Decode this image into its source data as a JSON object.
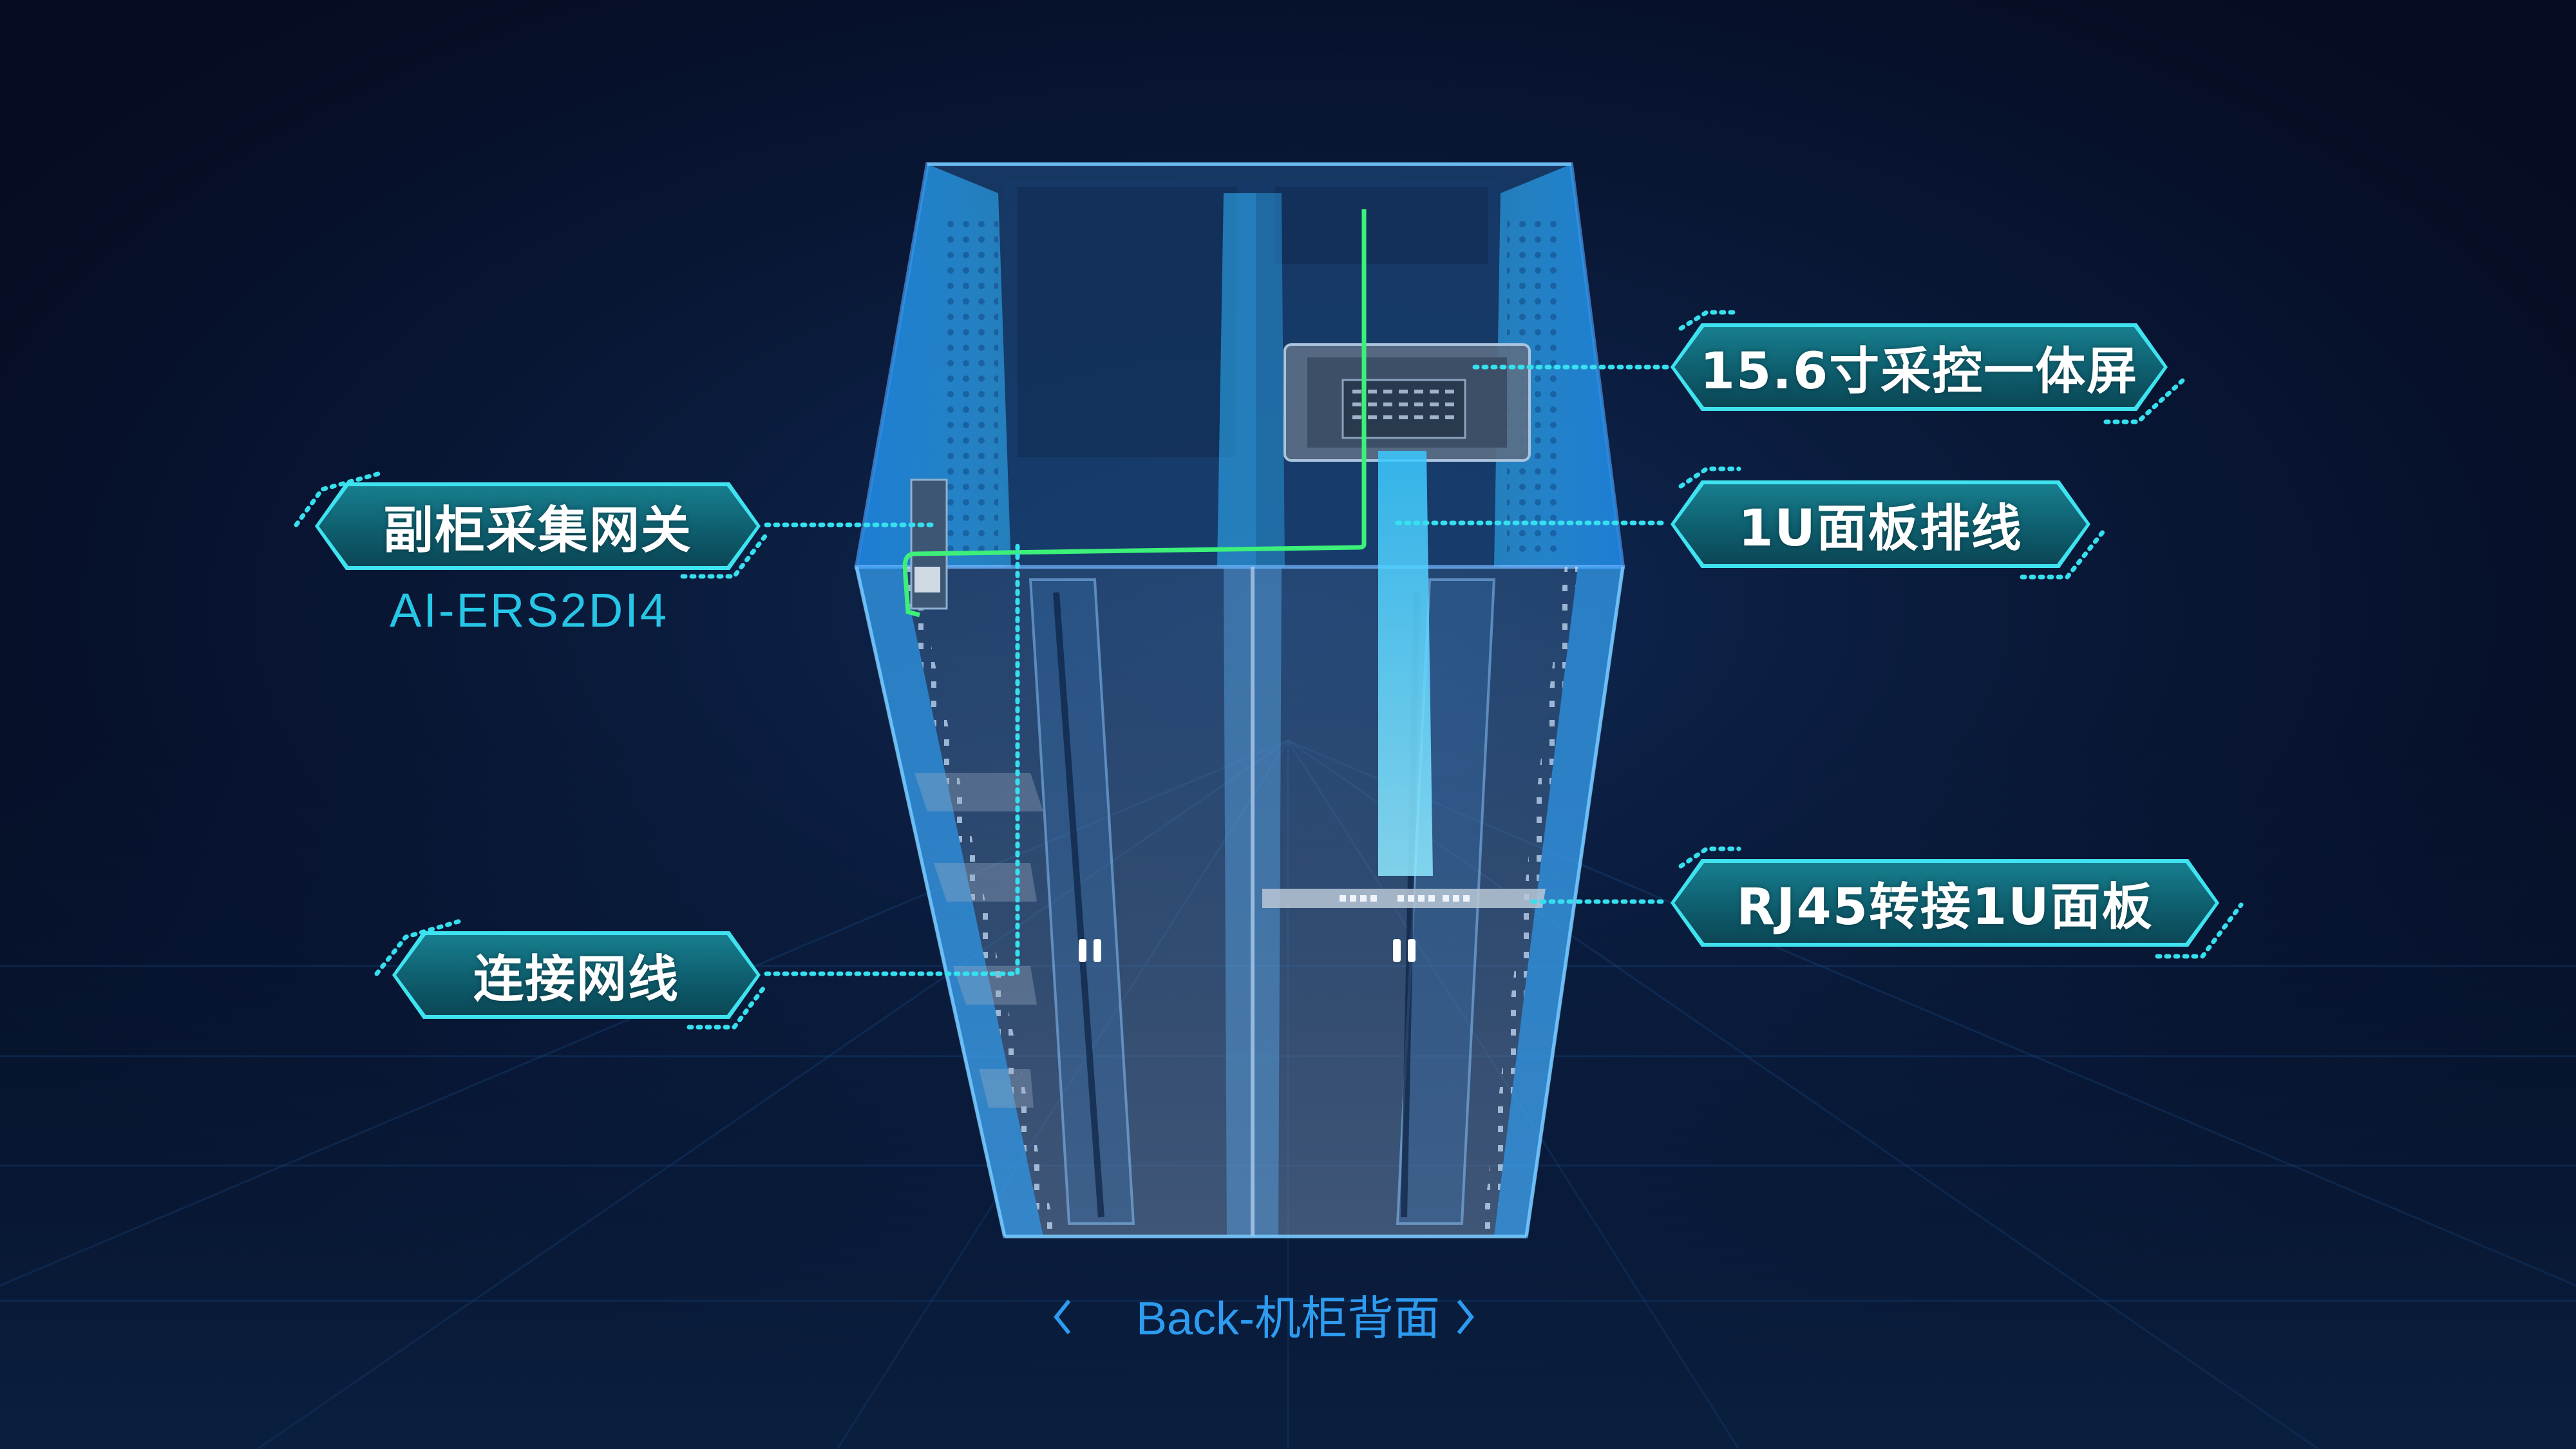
{
  "callouts": {
    "screen": "15.6寸采控一体屏",
    "gateway": "副柜采集网关",
    "gateway_model": "AI-ERS2DI4",
    "panel_cable": "1U面板排线",
    "network_cable": "连接网线",
    "rj45_panel": "RJ45转接1U面板"
  },
  "view": {
    "label": "Back-机柜背面",
    "prev_icon": "chevron-left-icon",
    "next_icon": "chevron-right-icon"
  },
  "colors": {
    "background": "#06102a",
    "callout_fill": "#0e5e6e",
    "callout_border": "#3fe3f0",
    "leader_line": "#36e0ee",
    "cable": "#3cf07a",
    "cabinet_glass": "#2aa3f0",
    "caption": "#2d9cf0"
  }
}
